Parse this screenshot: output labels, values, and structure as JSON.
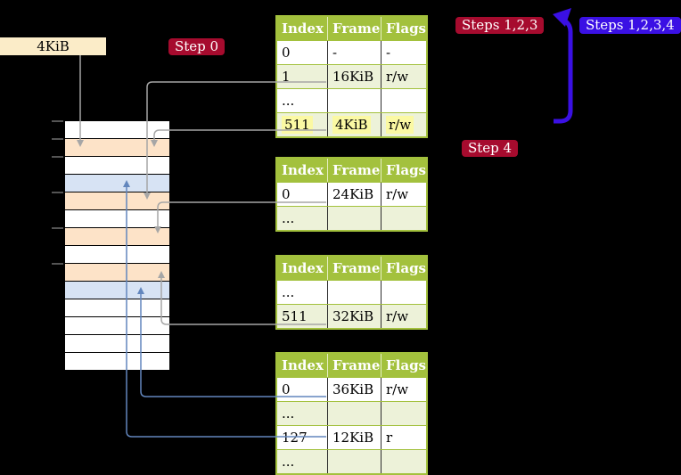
{
  "frame_label": {
    "text": "4KiB"
  },
  "badges": {
    "step0": {
      "label": "Step 0",
      "color": "#a60b2e"
    },
    "steps123": {
      "label": "Steps 1,2,3",
      "color": "#a60b2e"
    },
    "steps1234": {
      "label": "Steps 1,2,3,4",
      "color": "#3a10e4"
    },
    "step4": {
      "label": "Step 4",
      "color": "#a60b2e"
    }
  },
  "memory_column": {
    "rows": [
      {
        "kind": "free"
      },
      {
        "kind": "page-table"
      },
      {
        "kind": "free"
      },
      {
        "kind": "mapped"
      },
      {
        "kind": "page-table"
      },
      {
        "kind": "free"
      },
      {
        "kind": "page-table"
      },
      {
        "kind": "free"
      },
      {
        "kind": "page-table"
      },
      {
        "kind": "mapped"
      },
      {
        "kind": "free"
      },
      {
        "kind": "free"
      },
      {
        "kind": "free"
      },
      {
        "kind": "free"
      }
    ]
  },
  "tables": [
    {
      "name": "level-4-table",
      "headers": [
        "Index",
        "Frame",
        "Flags"
      ],
      "rows": [
        {
          "index": "0",
          "frame": "-",
          "flags": "-"
        },
        {
          "index": "1",
          "frame": "16KiB",
          "flags": "r/w"
        },
        {
          "index": "...",
          "frame": "",
          "flags": ""
        },
        {
          "index": "511",
          "frame": "4KiB",
          "flags": "r/w",
          "highlight": true
        }
      ]
    },
    {
      "name": "level-3-table",
      "headers": [
        "Index",
        "Frame",
        "Flags"
      ],
      "rows": [
        {
          "index": "0",
          "frame": "24KiB",
          "flags": "r/w"
        },
        {
          "index": "...",
          "frame": "",
          "flags": ""
        }
      ]
    },
    {
      "name": "level-2-table",
      "headers": [
        "Index",
        "Frame",
        "Flags"
      ],
      "rows": [
        {
          "index": "...",
          "frame": "",
          "flags": ""
        },
        {
          "index": "511",
          "frame": "32KiB",
          "flags": "r/w"
        }
      ]
    },
    {
      "name": "level-1-table",
      "headers": [
        "Index",
        "Frame",
        "Flags"
      ],
      "rows": [
        {
          "index": "0",
          "frame": "36KiB",
          "flags": "r/w"
        },
        {
          "index": "...",
          "frame": "",
          "flags": ""
        },
        {
          "index": "127",
          "frame": "12KiB",
          "flags": "r"
        },
        {
          "index": "...",
          "frame": "",
          "flags": ""
        }
      ]
    }
  ],
  "colors": {
    "table_header_green": "#a3c13d",
    "table_row_green": "#edf2d9",
    "highlight_yellow": "#fbf9a3",
    "frame_page_table": "#fde3c8",
    "frame_mapped": "#d7e3f4",
    "frame_label_box": "#fbecc8",
    "badge_red": "#a60b2e",
    "badge_blue": "#3a10e4",
    "connector_gray": "#a6a6a6",
    "connector_blue": "#6286bd"
  }
}
